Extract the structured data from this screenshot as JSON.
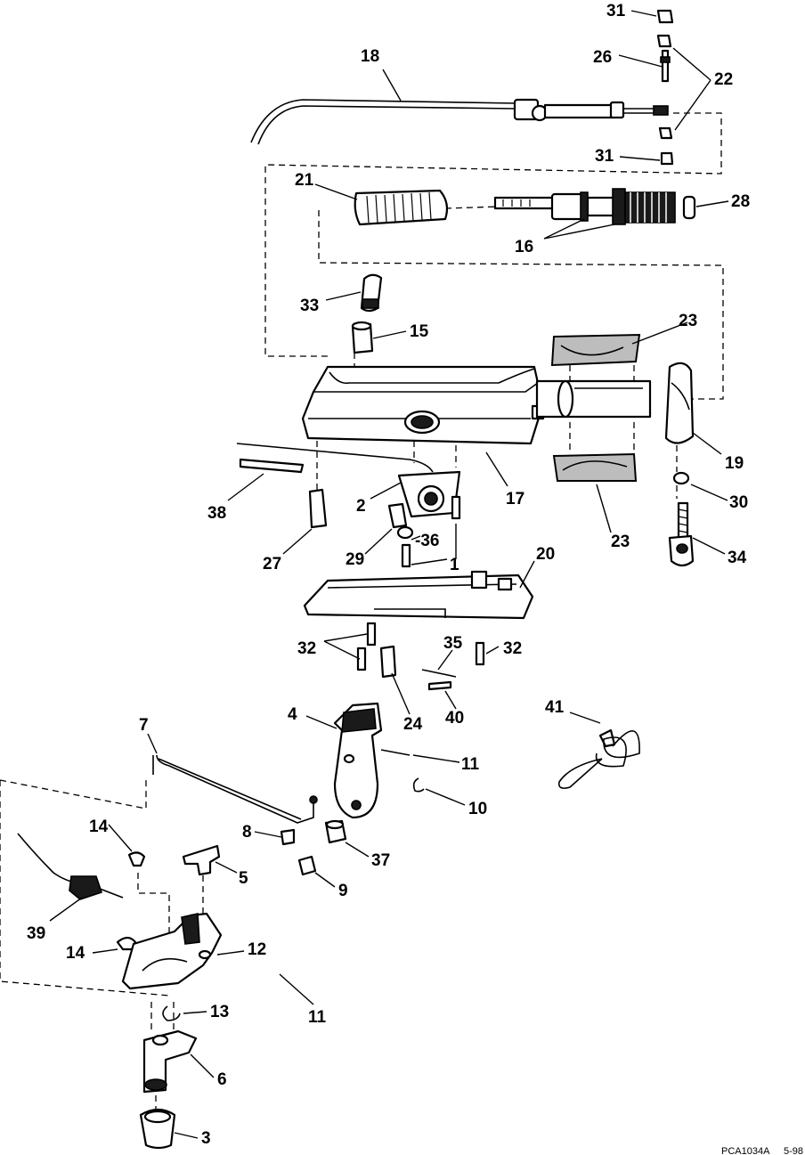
{
  "callouts": {
    "c1": "1",
    "c2": "2",
    "c3": "3",
    "c4": "4",
    "c5": "5",
    "c6": "6",
    "c7": "7",
    "c8": "8",
    "c9": "9",
    "c10": "10",
    "c11a": "11",
    "c11b": "11",
    "c12": "12",
    "c13": "13",
    "c14a": "14",
    "c14b": "14",
    "c15": "15",
    "c16": "16",
    "c17": "17",
    "c18": "18",
    "c19": "19",
    "c20": "20",
    "c21": "21",
    "c22": "22",
    "c23a": "23",
    "c23b": "23",
    "c24": "24",
    "c26": "26",
    "c27": "27",
    "c28": "28",
    "c29": "29",
    "c30": "30",
    "c31a": "31",
    "c31b": "31",
    "c32a": "32",
    "c32b": "32",
    "c33": "33",
    "c34": "34",
    "c35": "35",
    "c36": "-36",
    "c37": "37",
    "c38": "38",
    "c39": "39",
    "c40": "40",
    "c41": "41"
  },
  "footer": {
    "drawing_code": "PCA1034A",
    "date": "5-98"
  }
}
